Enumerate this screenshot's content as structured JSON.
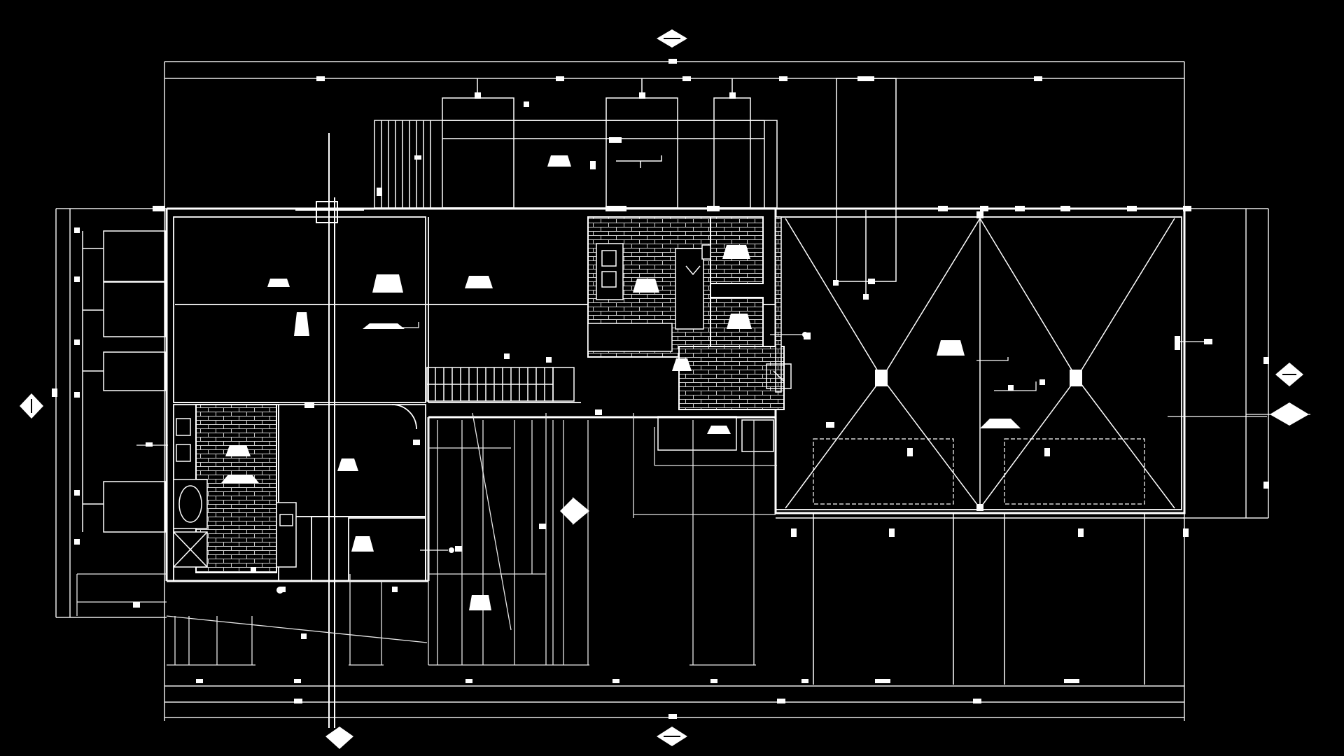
{
  "drawing": {
    "background": "#000000",
    "line_color": "#ffffff",
    "dim_color": "#e8e8e8",
    "grid_marker_shape": "diamond",
    "grid_markers": [
      {
        "id": "top-center"
      },
      {
        "id": "bottom-left"
      },
      {
        "id": "bottom-center"
      },
      {
        "id": "left-middle"
      },
      {
        "id": "right-upper"
      },
      {
        "id": "right-middle"
      },
      {
        "id": "interior-center"
      }
    ],
    "room_label_tags": 18,
    "brick_areas": [
      "kitchen-core",
      "bath-core",
      "left-bath"
    ],
    "garage_bays": 2
  }
}
